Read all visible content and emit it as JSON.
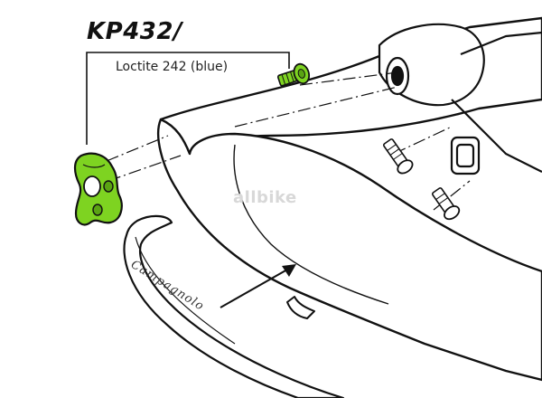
{
  "diagram": {
    "part_number": "KP432/",
    "note": "Loctite 242 (blue)",
    "watermark": "allbike",
    "frame_logo": "Campagnolo",
    "colors": {
      "highlight_part": "#7ed321",
      "highlight_part_shade": "#5aa313",
      "line": "#111111",
      "frame_fill": "#ffffff"
    },
    "icons": {
      "dropout": "derailleur-hanger-icon",
      "screw": "screw-icon",
      "bolt": "bolt-icon"
    }
  }
}
